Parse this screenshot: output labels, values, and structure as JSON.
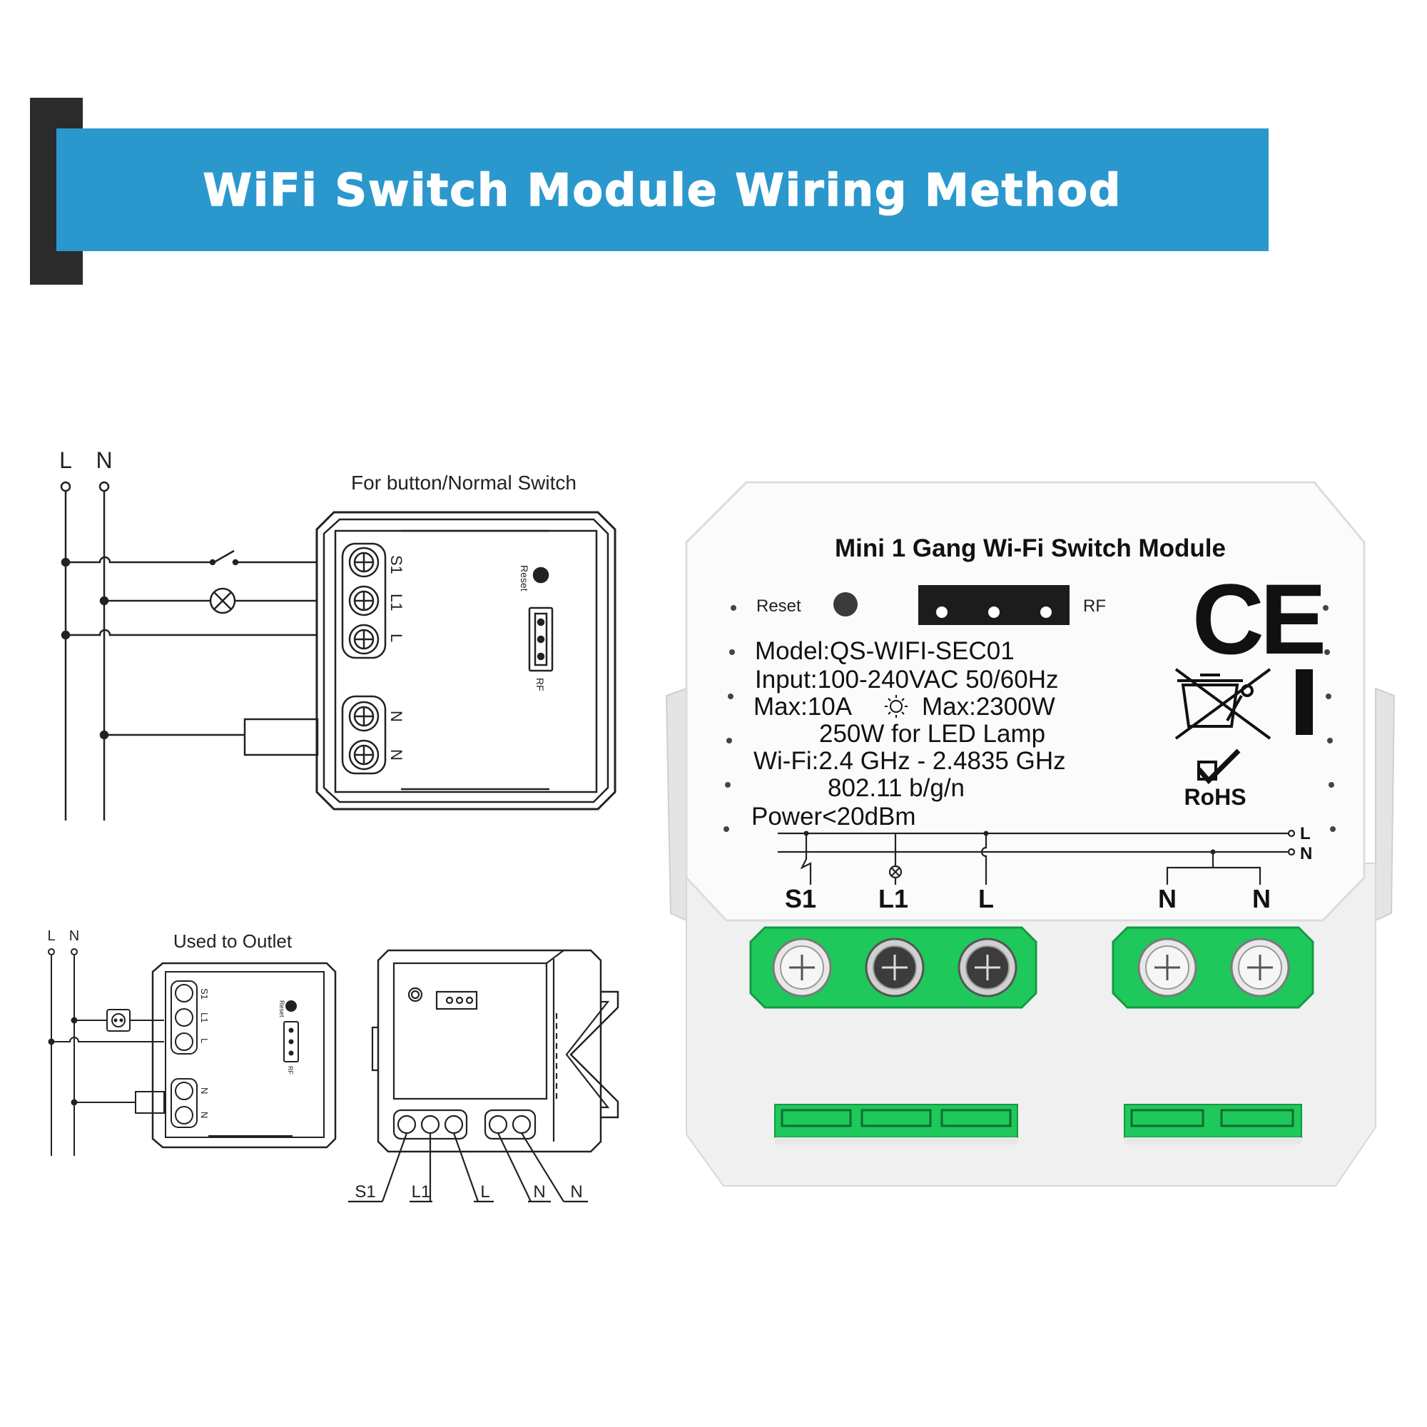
{
  "banner": {
    "title": "WiFi Switch Module Wiring Method"
  },
  "diagram_top": {
    "line_labels": [
      "L",
      "N"
    ],
    "caption": "For button/Normal Switch",
    "terminals": [
      "S1",
      "L1",
      "L",
      "N",
      "N"
    ],
    "reset_label": "Reset",
    "rf_label": "RF"
  },
  "diagram_outlet": {
    "line_labels": [
      "L",
      "N"
    ],
    "caption": "Used to Outlet",
    "terminals": [
      "S1",
      "L1",
      "L",
      "N",
      "N"
    ],
    "reset_label": "Reset",
    "rf_label": "RF"
  },
  "side_view": {
    "terminal_labels": [
      "S1",
      "L1",
      "L",
      "N",
      "N"
    ]
  },
  "product": {
    "name": "Mini 1 Gang Wi-Fi Switch Module",
    "reset_label": "Reset",
    "rf_label": "RF",
    "specs": [
      "Model:QS-WIFI-SEC01",
      "Input:100-240VAC 50/60Hz",
      "Max:10A",
      "Max:2300W",
      "250W for LED Lamp",
      "Wi-Fi:2.4 GHz - 2.4835 GHz",
      "802.11 b/g/n",
      "Power<20dBm"
    ],
    "ce_mark": "CE",
    "rohs": "RoHS",
    "bus_labels": [
      "L",
      "N"
    ],
    "terminal_labels": [
      "S1",
      "L1",
      "L",
      "N",
      "N"
    ],
    "terminal_color": "#1fc85a"
  }
}
